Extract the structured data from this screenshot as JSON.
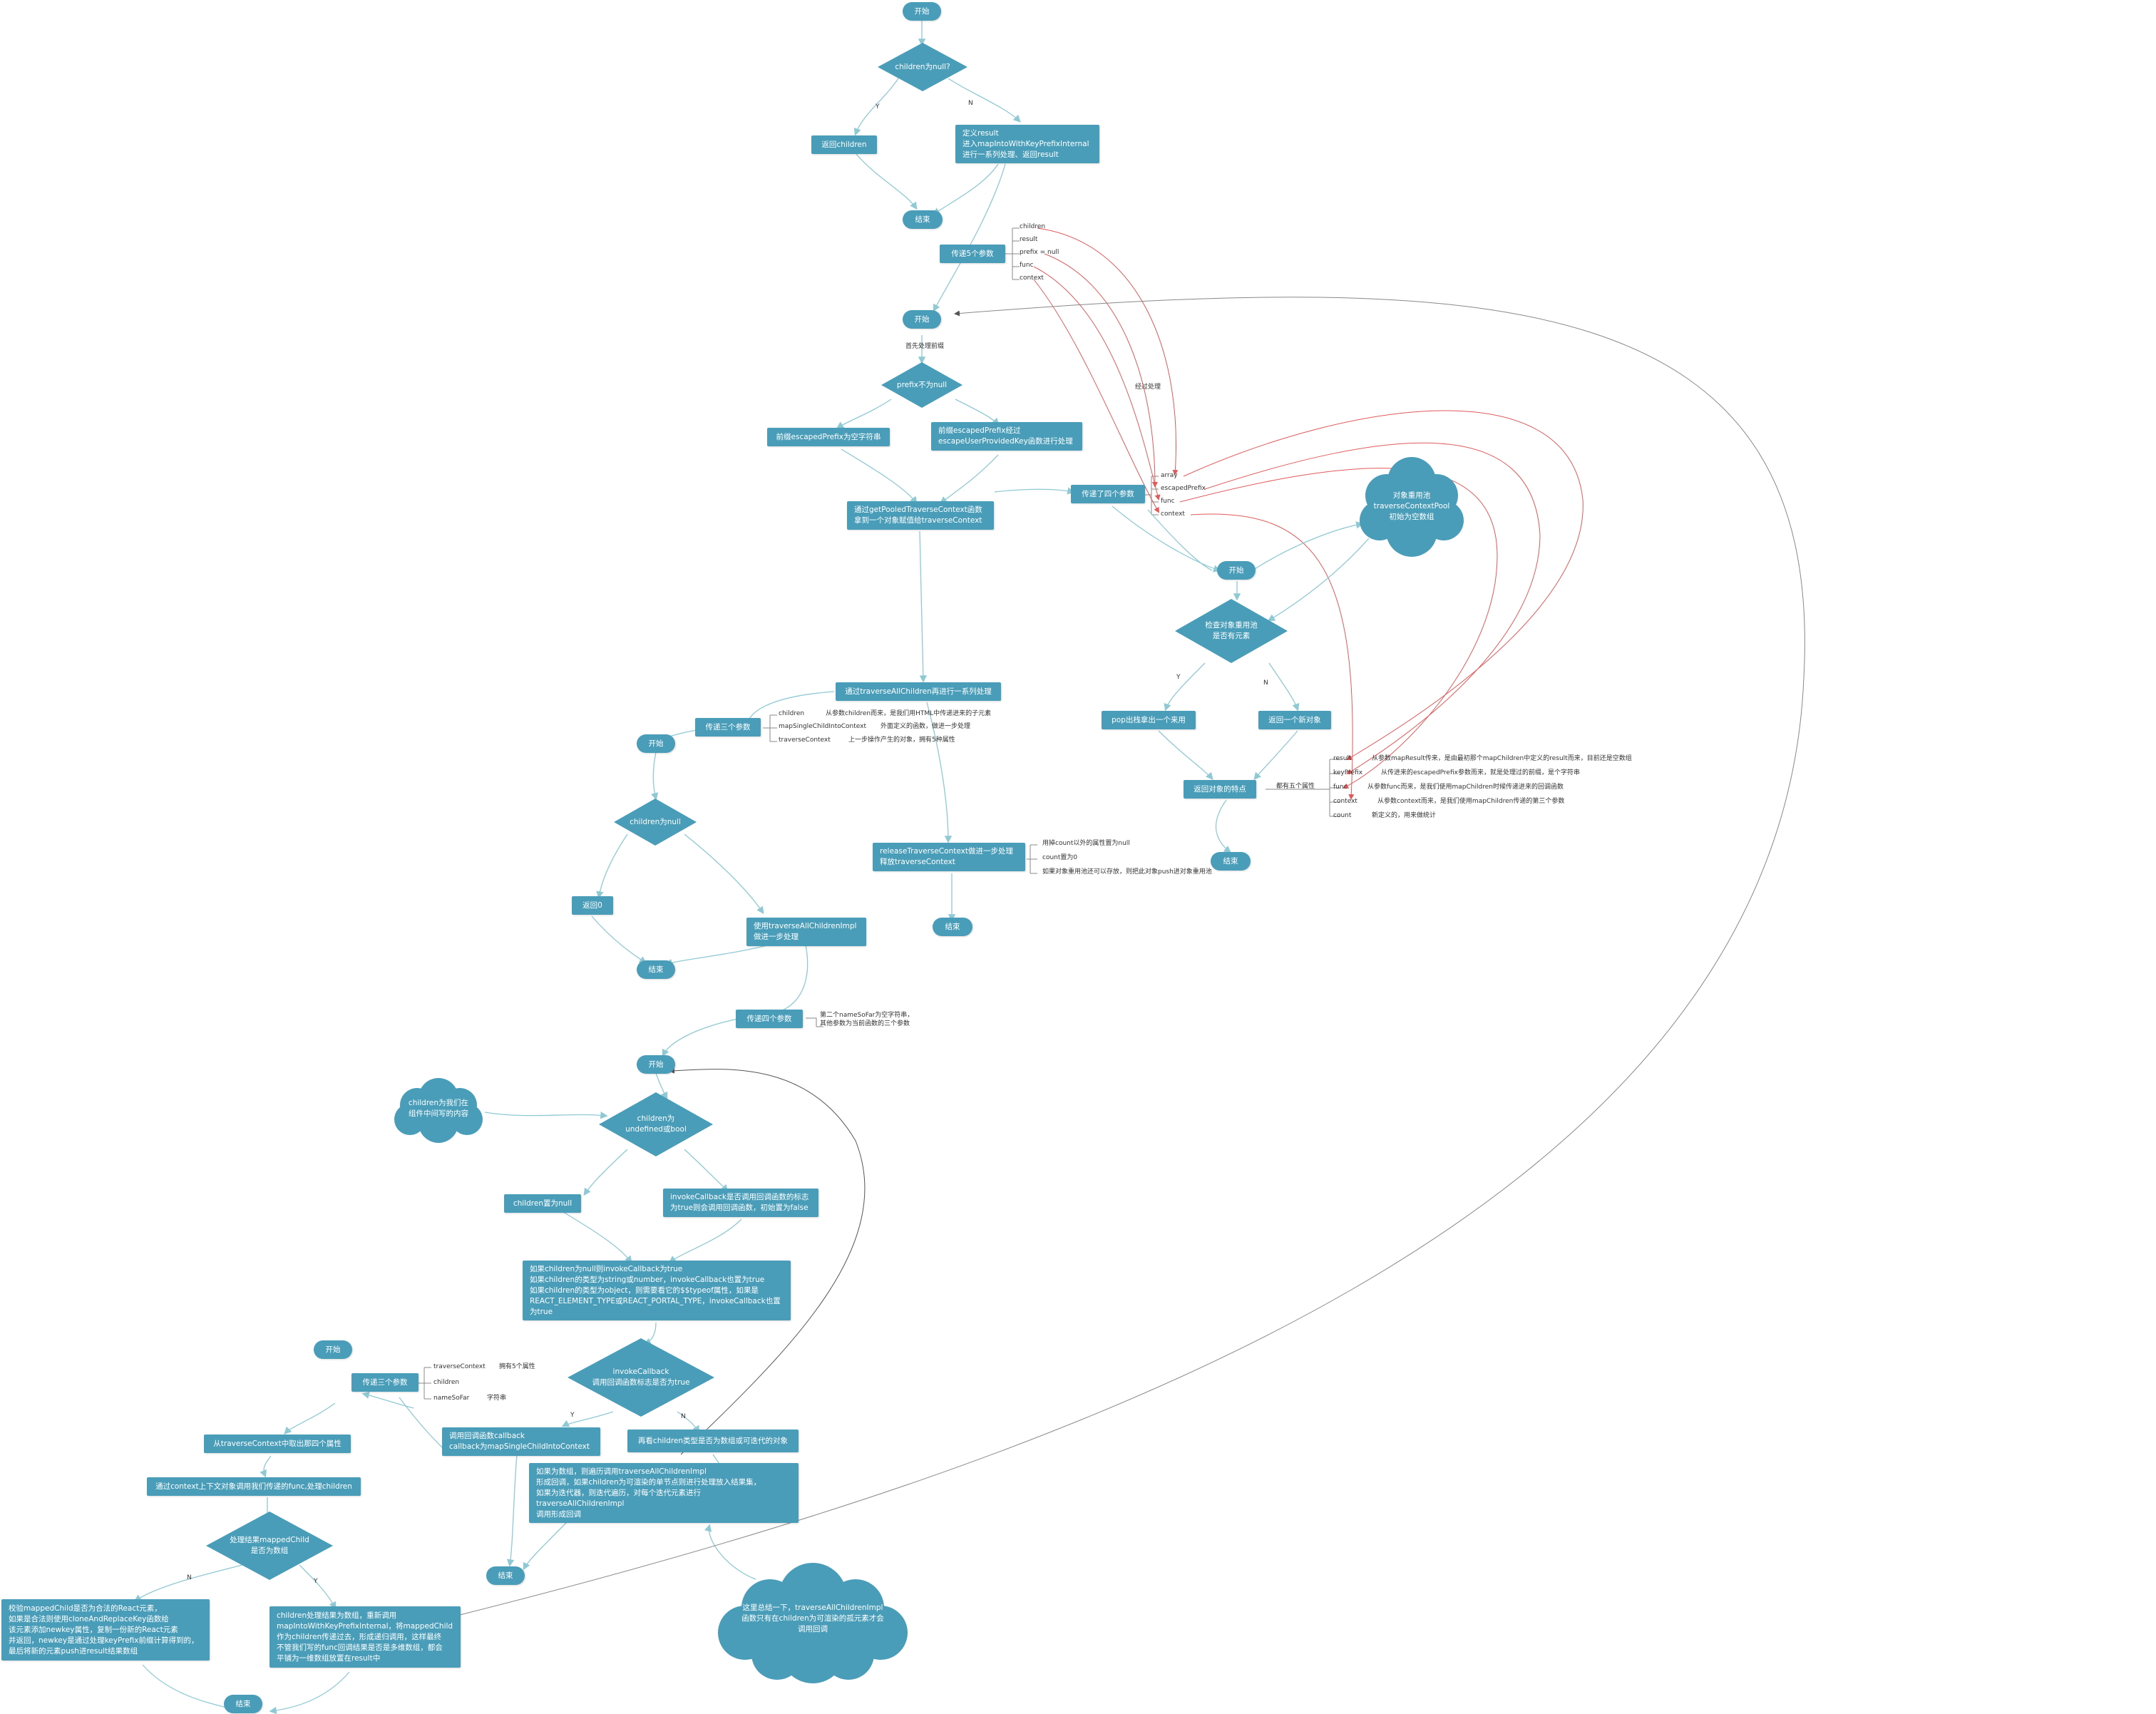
{
  "colors": {
    "node_fill": "#4a9db9",
    "connector": "#8fc9d4",
    "annotation_arrow": "#e05a5a",
    "long_arrow": "#888888"
  },
  "flow1": {
    "start": "开始",
    "decision": "children为null?",
    "yes_label": "Y",
    "no_label": "N",
    "return_children": "返回children",
    "define_result": "定义result\n进入mapIntoWithKeyPrefixInternal\n进行一系列处理、返回result",
    "end": "结束",
    "pass5": "传递5个参数",
    "pass5_params": [
      "children",
      "result",
      "prefix = null",
      "func",
      "context"
    ]
  },
  "flow2": {
    "start": "开始",
    "note_prefix": "首先处理前缀",
    "decision": "prefix不为null",
    "prefix_empty": "前缀escapedPrefix为空字符串",
    "prefix_escaped": "前缀escapedPrefix经过\nescapeUserProvidedKey函数进行处理",
    "get_pooled": "通过getPooledTraverseContext函数\n拿到一个对象赋值给traverseContext",
    "pass4": "传递了四个参数",
    "pass4_params": [
      "array",
      "escapedPrefix",
      "func",
      "context"
    ],
    "via_label": "经过处理",
    "traverse_all": "通过traverseAllChildren再进行一系列处理",
    "pass3": "传递三个参数",
    "pass3_params": [
      {
        "name": "children",
        "desc": "从参数children而来，是我们用HTML中传递进来的子元素"
      },
      {
        "name": "mapSingleChildIntoContext",
        "desc": "外面定义的函数，做进一步处理"
      },
      {
        "name": "traverseContext",
        "desc": "上一步操作产生的对象，拥有5种属性"
      }
    ],
    "release": "releaseTraverseContext做进一步处理\n释放traverseContext",
    "release_notes": [
      "用掉count以外的属性置为null",
      "count置为0",
      "如果对象重用池还可以存放，则把此对象push进对象重用池"
    ],
    "end": "结束"
  },
  "pool": {
    "cloud": "对象重用池\ntraverseContextPool\n初始为空数组",
    "start": "开始",
    "decision": "检查对象重用池\n是否有元素",
    "yes_label": "Y",
    "no_label": "N",
    "pop": "pop出栈拿出一个来用",
    "new_obj": "返回一个新对象",
    "return_features": "返回对象的特点",
    "five_attrs": "都有五个属性",
    "attrs": [
      {
        "name": "result",
        "desc": "从参数mapResult传来，是由最初那个mapChildren中定义的result而来，目前还是空数组"
      },
      {
        "name": "keyPrefix",
        "desc": "从传进来的escapedPrefix参数而来，就是处理过的前缀，是个字符串"
      },
      {
        "name": "func",
        "desc": "从参数func而来，是我们使用mapChildren时候传递进来的回调函数"
      },
      {
        "name": "context",
        "desc": "从参数context而来，是我们使用mapChildren传递的第三个参数"
      },
      {
        "name": "count",
        "desc": "新定义的，用来做统计"
      }
    ],
    "end": "结束"
  },
  "flow3": {
    "start": "开始",
    "decision": "children为null",
    "return0": "返回0",
    "use_impl": "使用traverseAllChildrenImpl\n做进一步处理",
    "end": "结束",
    "pass4": "传递四个参数",
    "pass4_note": "第二个nameSoFar为空字符串，\n其他参数为当前函数的三个参数"
  },
  "flow4": {
    "start": "开始",
    "cloud": "children为我们在\n组件中间写的内容",
    "decision": "children为\nundefined或bool",
    "set_null": "children置为null",
    "invoke_flag": "invokeCallback是否调用回调函数的标志\n为true则会调用回调函数，初始置为false",
    "check_types": "如果children为null则invokeCallback为true\n如果children的类型为string或number，invokeCallback也置为true\n如果children的类型为object，则需要看它的$$typeof属性，如果是\nREACT_ELEMENT_TYPE或REACT_PORTAL_TYPE，invokeCallback也置\n为true",
    "decision2": "invokeCallback\n调用回调函数标志是否为true",
    "yes_label": "Y",
    "no_label": "N",
    "call_cb": "调用回调函数callback\ncallback为mapSingleChildIntoContext",
    "check_iter": "再看children类型是否为数组或可迭代的对象",
    "iter_desc": "如果为数组，则遍历调用traverseAllChildrenImpl\n形成回调，如果children为可渲染的单节点则进行处理放入结果集，\n如果为迭代器，则迭代遍历，对每个迭代元素进行\ntraverseAllChildrenImpl\n调用形成回调",
    "end": "结束",
    "summary_cloud": "这里总结一下，traverseAllChildrenImpl\n函数只有在children为可渲染的孤元素才会\n调用回调"
  },
  "flow5": {
    "start": "开始",
    "pass3": "传递三个参数",
    "pass3_params": [
      {
        "name": "traverseContext",
        "desc": "拥有5个属性"
      },
      {
        "name": "children",
        "desc": ""
      },
      {
        "name": "nameSoFar",
        "desc": "字符串"
      }
    ],
    "take_props": "从traverseContext中取出那四个属性",
    "call_func": "通过context上下文对象调用我们传递的func,处理children",
    "decision": "处理结果mappedChild\n是否为数组",
    "no_label": "N",
    "yes_label": "Y",
    "not_array": "校验mappedChild是否为合法的React元素，\n如果是合法则使用cloneAndReplaceKey函数给\n该元素添加newkey属性，复制一份新的React元素\n并返回，newkey是通过处理keyPrefix前缀计算得到的，\n最后将新的元素push进result结果数组",
    "is_array": "children处理结果为数组，重新调用\nmapIntoWithKeyPrefixInternal，将mappedChild\n作为children传递过去，形成递归调用，这样最终\n不管我们写的func回调结果是否是多维数组，都会\n平铺为一维数组放置在result中",
    "end": "结束"
  }
}
